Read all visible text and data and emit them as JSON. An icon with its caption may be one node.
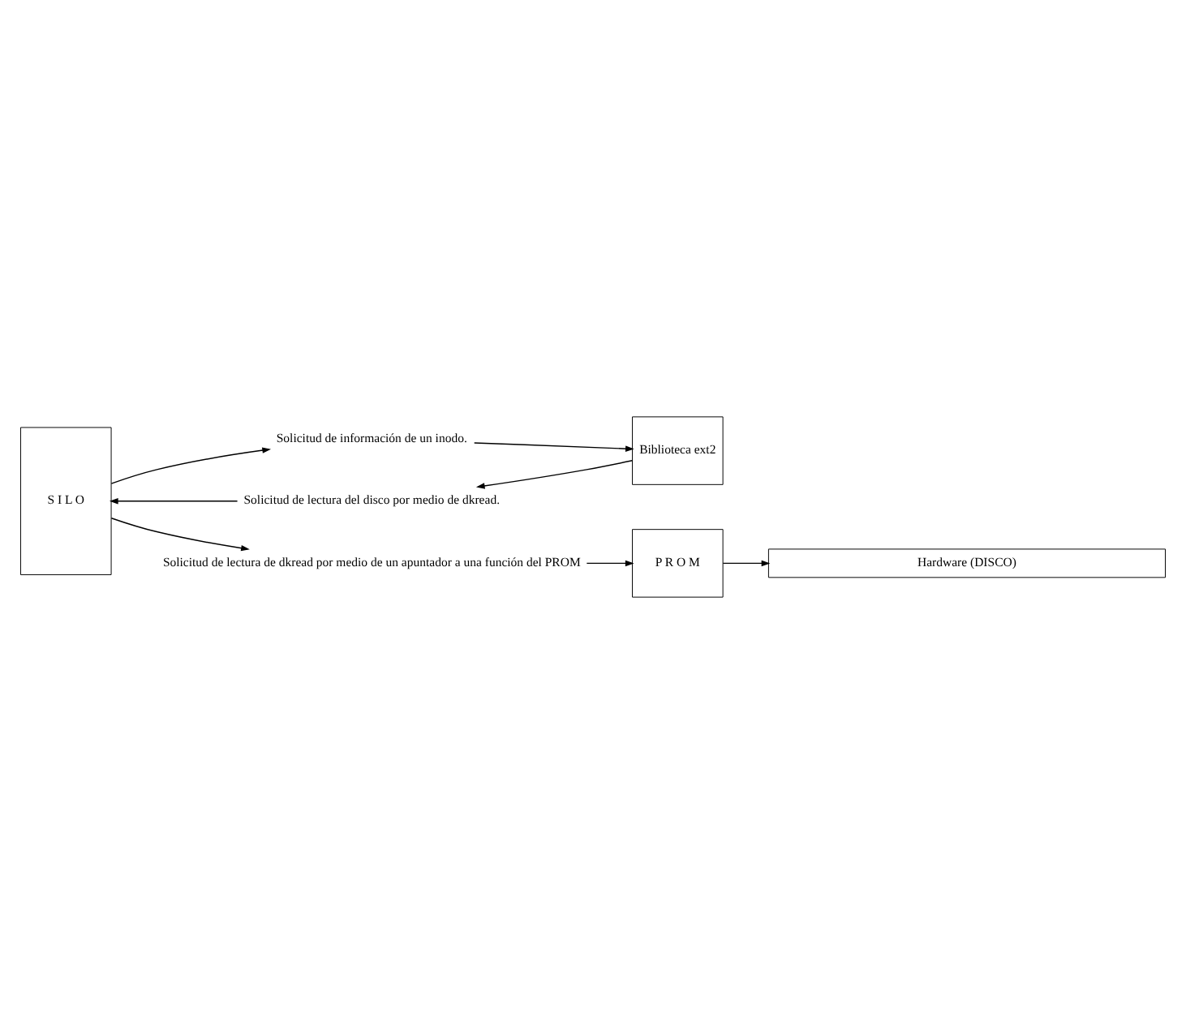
{
  "diagram": {
    "nodes": [
      {
        "text": [
          "S I L O"
        ]
      },
      {
        "text": [
          "Solicitud de información de un inodo."
        ]
      },
      {
        "text": [
          "Biblioteca ext2"
        ]
      },
      {
        "text": [
          "Solicitud de lectura del disco por medio de dkread."
        ]
      },
      {
        "text": [
          "P R O M"
        ]
      },
      {
        "text": [
          "Solicitud de lectura de dkread por medio de un apuntador a una función del PROM"
        ]
      },
      {
        "text": [
          "Hardware (DISCO)"
        ]
      }
    ],
    "edges": [
      {
        "from": 0,
        "to": 1,
        "arrow": "to"
      },
      {
        "from": 1,
        "to": 2,
        "arrow": "to"
      },
      {
        "from": 2,
        "to": 3,
        "arrow": "to"
      },
      {
        "from": 3,
        "to": 0,
        "arrow": "to"
      },
      {
        "from": 0,
        "to": 5,
        "arrow": "to"
      },
      {
        "from": 5,
        "to": 4,
        "arrow": "to"
      },
      {
        "from": 4,
        "to": 6,
        "arrow": "to"
      }
    ]
  }
}
